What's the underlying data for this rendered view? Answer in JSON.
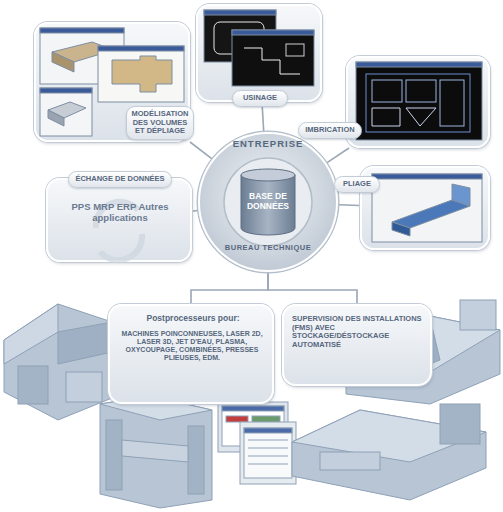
{
  "diagram": {
    "nodes": [
      {
        "text": [
          "MODÉLISATION DES VOLUMES ET DÉPLIAGE"
        ]
      },
      {
        "text": [
          "USINAGE"
        ]
      },
      {
        "text": [
          "IMBRICATION"
        ]
      },
      {
        "text": [
          "ENTREPRISE",
          "BUREAU TECHNIQUE"
        ]
      },
      {
        "text": [
          "BASE DE DONNÉES"
        ],
        "in": 3
      },
      {
        "text": [
          "ÉCHANGE DE DONNÉES",
          "PPS MRP ERP Autres applications"
        ]
      },
      {
        "text": [
          "PLIAGE"
        ]
      },
      {
        "text": [
          "Postprocesseurs pour:",
          "MACHINES POINCONNEUSES, LASER 2D, LASER 3D, JET D'EAU, PLASMA, OXYCOUPAGE, COMBINÉES, PRESSES PLIEUSES, EDM."
        ]
      },
      {
        "text": [
          "SUPERVISION DES INSTALLATIONS (FMS) AVEC STOCKAGE/DÉSTOCKAGE AUTOMATISÉ"
        ]
      }
    ],
    "edges": [
      {
        "from": 3,
        "to": 0,
        "arrow": "none"
      },
      {
        "from": 3,
        "to": 1,
        "arrow": "none"
      },
      {
        "from": 3,
        "to": 2,
        "arrow": "none"
      },
      {
        "from": 3,
        "to": 5,
        "arrow": "none"
      },
      {
        "from": 3,
        "to": 6,
        "arrow": "none"
      },
      {
        "from": 3,
        "to": 7,
        "arrow": "none"
      },
      {
        "from": 3,
        "to": 8,
        "arrow": "none"
      }
    ]
  }
}
